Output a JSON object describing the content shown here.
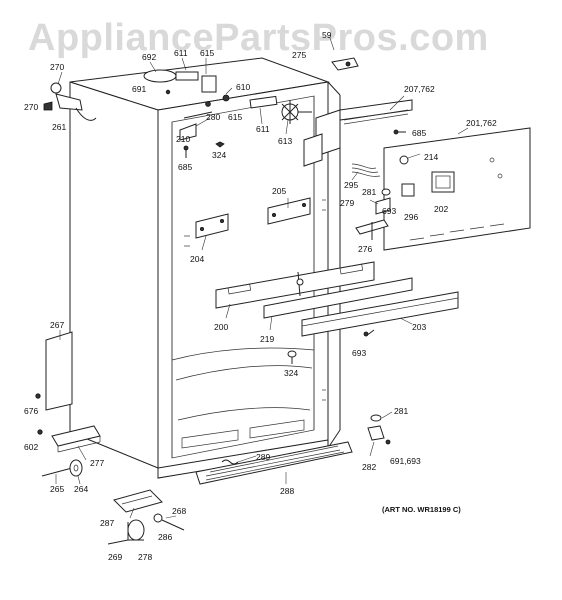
{
  "watermark": "AppliancePartsPros.com",
  "art_number": "(ART NO. WR18199 C)",
  "callouts": [
    {
      "id": "59",
      "text": "59"
    },
    {
      "id": "275",
      "text": "275"
    },
    {
      "id": "692",
      "text": "692"
    },
    {
      "id": "611a",
      "text": "611"
    },
    {
      "id": "615a",
      "text": "615"
    },
    {
      "id": "270a",
      "text": "270"
    },
    {
      "id": "270b",
      "text": "270"
    },
    {
      "id": "261",
      "text": "261"
    },
    {
      "id": "691",
      "text": "691"
    },
    {
      "id": "610",
      "text": "610"
    },
    {
      "id": "615b",
      "text": "615"
    },
    {
      "id": "280",
      "text": "280"
    },
    {
      "id": "210",
      "text": "210"
    },
    {
      "id": "324a",
      "text": "324"
    },
    {
      "id": "685a",
      "text": "685"
    },
    {
      "id": "611b",
      "text": "611"
    },
    {
      "id": "613",
      "text": "613"
    },
    {
      "id": "207",
      "text": "207,762"
    },
    {
      "id": "685b",
      "text": "685"
    },
    {
      "id": "201",
      "text": "201,762"
    },
    {
      "id": "214",
      "text": "214"
    },
    {
      "id": "295",
      "text": "295"
    },
    {
      "id": "281a",
      "text": "281"
    },
    {
      "id": "279",
      "text": "279"
    },
    {
      "id": "693a",
      "text": "693"
    },
    {
      "id": "296",
      "text": "296"
    },
    {
      "id": "202",
      "text": "202"
    },
    {
      "id": "276",
      "text": "276"
    },
    {
      "id": "205",
      "text": "205"
    },
    {
      "id": "204",
      "text": "204"
    },
    {
      "id": "200",
      "text": "200"
    },
    {
      "id": "219",
      "text": "219"
    },
    {
      "id": "203",
      "text": "203"
    },
    {
      "id": "693b",
      "text": "693"
    },
    {
      "id": "267",
      "text": "267"
    },
    {
      "id": "324b",
      "text": "324"
    },
    {
      "id": "676",
      "text": "676"
    },
    {
      "id": "602",
      "text": "602"
    },
    {
      "id": "277",
      "text": "277"
    },
    {
      "id": "265",
      "text": "265"
    },
    {
      "id": "264",
      "text": "264"
    },
    {
      "id": "281b",
      "text": "281"
    },
    {
      "id": "282",
      "text": "282"
    },
    {
      "id": "691b",
      "text": "691,693"
    },
    {
      "id": "289",
      "text": "289"
    },
    {
      "id": "288",
      "text": "288"
    },
    {
      "id": "287",
      "text": "287"
    },
    {
      "id": "268",
      "text": "268"
    },
    {
      "id": "286",
      "text": "286"
    },
    {
      "id": "269",
      "text": "269"
    },
    {
      "id": "278",
      "text": "278"
    }
  ]
}
